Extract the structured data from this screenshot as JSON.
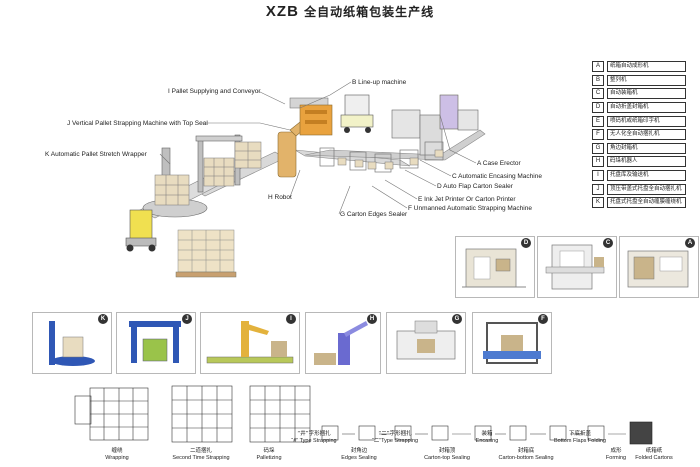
{
  "header": {
    "brand": "XZB",
    "title_cn": "全自动纸箱包装生产线"
  },
  "callouts": {
    "A": "A Case Erector",
    "B": "B Line-up machine",
    "C": "C Automatic Encasing Machine",
    "D": "D Auto Flap Carton Sealer",
    "E": "E Ink Jet Printer Or Carton Printer",
    "F": "F Unmanned Automatic Strapping Machine",
    "G": "G Carton Edges Sealer",
    "H": "H Robot",
    "I": "I Pallet Supplying and Conveyor",
    "J": "J Vertical Pallet Strapping Machine with Top Seal",
    "K": "K Automatic Pallet Stretch Wrapper"
  },
  "legend": [
    {
      "letter": "A",
      "text": "纸箱自动成形机"
    },
    {
      "letter": "B",
      "text": "整列机"
    },
    {
      "letter": "C",
      "text": "自动装箱机"
    },
    {
      "letter": "D",
      "text": "自动折盖封箱机"
    },
    {
      "letter": "E",
      "text": "喷码机或纸箱印字机"
    },
    {
      "letter": "F",
      "text": "无人化全自动捆扎机"
    },
    {
      "letter": "G",
      "text": "角边封箱机"
    },
    {
      "letter": "H",
      "text": "码垛机器人"
    },
    {
      "letter": "I",
      "text": "托盘库及输送机"
    },
    {
      "letter": "J",
      "text": "顶压带盖式托盘全自动捆扎机"
    },
    {
      "letter": "K",
      "text": "托盘式托盘全自动缠膜缠绕机"
    }
  ],
  "photos": {
    "top": [
      "D",
      "C",
      "A"
    ],
    "mid": [
      "K",
      "J",
      "I",
      "H",
      "G",
      "F"
    ]
  },
  "steps": [
    {
      "cn": "缠绕",
      "en": "Wrapping"
    },
    {
      "cn": "二道捆扎",
      "en": "Second Time Strapping"
    },
    {
      "cn": "码垛",
      "en": "Palletizing"
    },
    {
      "cn": "“井”字形捆扎",
      "en": "“#” Type Strapping"
    },
    {
      "cn": "封角边",
      "en": "Edges Sealing"
    },
    {
      "cn": "“二”字形捆扎",
      "en": "“二”Type Strapping"
    },
    {
      "cn": "封箱顶",
      "en": "Carton-top Sealing"
    },
    {
      "cn": "装箱",
      "en": "Encasing"
    },
    {
      "cn": "封箱底",
      "en": "Carton-bottom Sealing"
    },
    {
      "cn": "下底折盖",
      "en": "Bottom Flaps Folding"
    },
    {
      "cn": "成形",
      "en": "Forming"
    },
    {
      "cn": "纸箱纸",
      "en": "Folded Cartons"
    }
  ]
}
